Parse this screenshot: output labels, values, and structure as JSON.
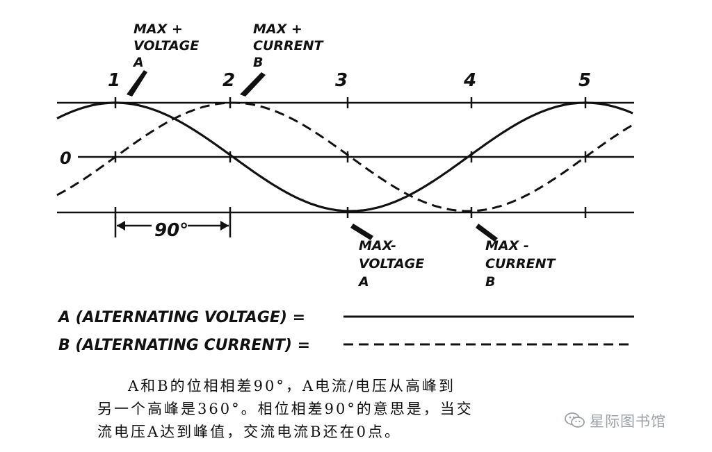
{
  "diagram": {
    "point_labels": [
      "1",
      "2",
      "3",
      "4",
      "5"
    ],
    "zero_label": "0",
    "top_annotations": [
      {
        "lines": [
          "MAX +",
          "VOLTAGE",
          "A"
        ]
      },
      {
        "lines": [
          "MAX +",
          "CURRENT",
          "B"
        ]
      }
    ],
    "bottom_annotations": [
      {
        "lines": [
          "MAX-",
          "VOLTAGE",
          "A"
        ]
      },
      {
        "lines": [
          "MAX -",
          "CURRENT",
          "B"
        ]
      }
    ],
    "phase_label": "90°",
    "legend": [
      {
        "label": "A (ALTERNATING VOLTAGE) =",
        "style": "solid"
      },
      {
        "label": "B (ALTERNATING CURRENT) =",
        "style": "dashed"
      }
    ]
  },
  "caption": {
    "line1": "A和B的位相相差90°，A电流/电压从高峰到",
    "line2": "另一个高峰是360°。相位相差90°的意思是，当交",
    "line3": "流电压A达到峰值，交流电流B还在0点。"
  },
  "watermark": {
    "text": "星际图书馆",
    "icon": "wechat-icon",
    "color": "#9aa0a6"
  }
}
